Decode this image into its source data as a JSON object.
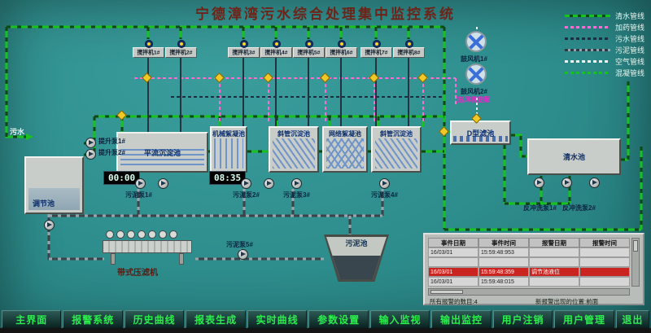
{
  "title": "宁德漳湾污水综合处理集中监控系统",
  "inlet_label": "污水",
  "colors": {
    "background": "#2d8d8c",
    "pipe_clear_water": "#18c21e",
    "pipe_dosing": "#ff6ad5",
    "alarm_row": "#c9241f",
    "menu_text": "#2bee4d",
    "title_text": "#6e2318"
  },
  "legend": [
    "清水管线",
    "加药管线",
    "污水管线",
    "污泥管线",
    "空气管线",
    "混凝管线"
  ],
  "mixers": [
    "搅拌机1#",
    "搅拌机2#",
    "搅拌机3#",
    "搅拌机4#",
    "搅拌机5#",
    "搅拌机6#",
    "搅拌机7#",
    "搅拌机8#"
  ],
  "tanks": {
    "regulation": "调节池",
    "horizontal_sed": "平流沉淀池",
    "mech_floc": "机械絮凝池",
    "inclined_sed_1": "斜管沉淀池",
    "grid_floc": "网络絮凝池",
    "inclined_sed_2": "斜管沉淀池",
    "d_filter": "D型滤池",
    "clear_water": "清水池",
    "sludge": "污泥池",
    "belt_press": "带式压滤机"
  },
  "pumps": {
    "lift1": "提升泵1#",
    "lift2": "提升泵2#",
    "sludge1": "污泥泵1#",
    "sludge2": "污泥泵2#",
    "sludge3": "污泥泵3#",
    "sludge4": "污泥泵4#",
    "sludge5": "污泥泵5#",
    "backwash1": "反冲洗泵1#",
    "backwash2": "反冲洗泵2#"
  },
  "blowers": {
    "b1": "鼓风机1#",
    "b2": "鼓风机2#",
    "vfd_note": "鼓风机变频"
  },
  "timers": {
    "t1": "00:00",
    "t2": "08:35"
  },
  "alarms": {
    "headers": [
      "事件日期",
      "事件时间",
      "报警日期",
      "报警时间"
    ],
    "rows": [
      [
        "16/03/01",
        "15:59:48:953",
        "",
        ""
      ],
      [
        "",
        "",
        "",
        ""
      ],
      [
        "16/03/01",
        "15:59:48:359",
        "调节池液位",
        ""
      ],
      [
        "16/03/01",
        "15:59:48:015",
        "",
        ""
      ]
    ],
    "count_label": "所有报警的数目:4",
    "position_label": "新报警出现的位置:前面"
  },
  "menu": [
    "主界面",
    "报警系统",
    "历史曲线",
    "报表生成",
    "实时曲线",
    "参数设置",
    "输入监视",
    "输出监控",
    "用户注销",
    "用户管理",
    "退出"
  ]
}
